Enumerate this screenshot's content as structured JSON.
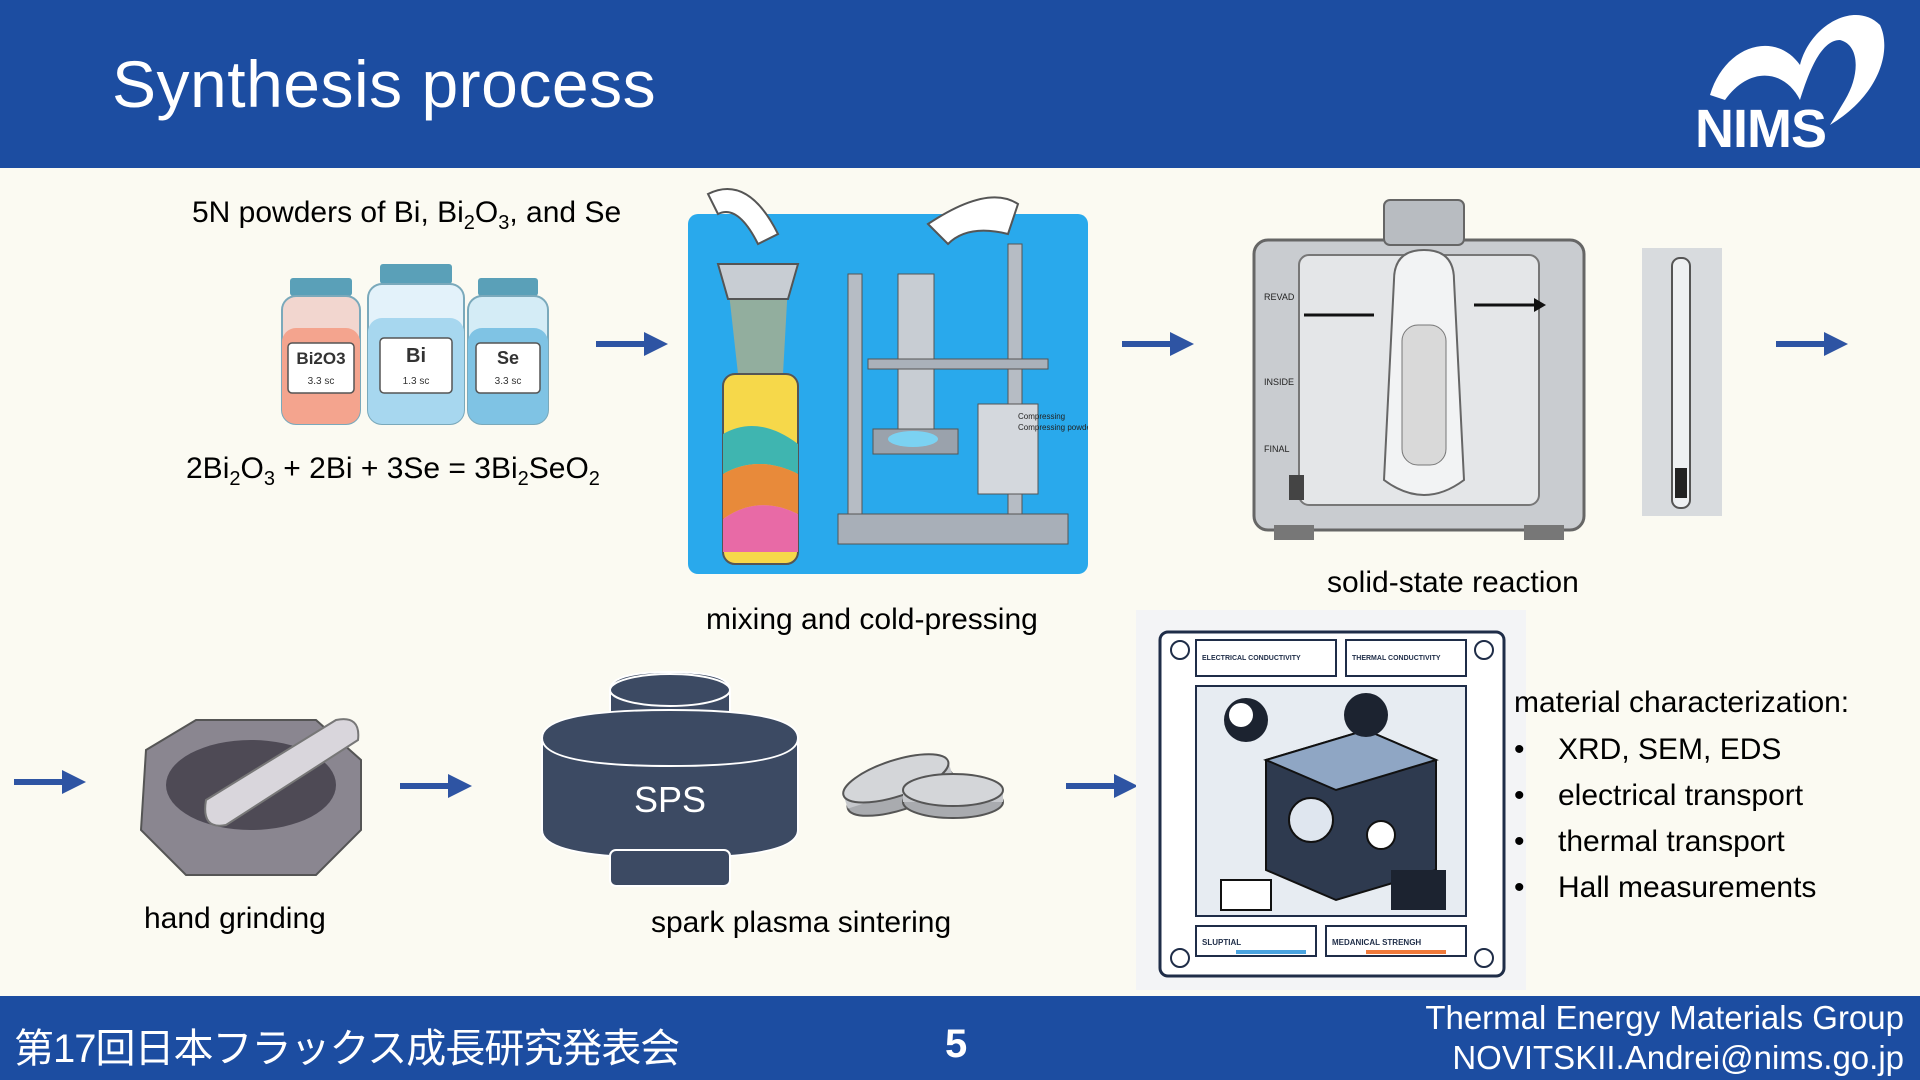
{
  "slide": {
    "title": "Synthesis process",
    "logo_text": "NIMS",
    "page_number": "5"
  },
  "powders": {
    "caption_text": "5N powders of Bi, Bi",
    "caption_sub1": "2",
    "caption_mid": "O",
    "caption_sub2": "3",
    "caption_tail": ", and Se",
    "jar_labels": [
      "Bi2O3",
      "Bi",
      "Se"
    ],
    "jar_sublabels": [
      "3.3 sc",
      "1.3 sc",
      "3.3 sc"
    ],
    "reaction": {
      "p1": "2Bi",
      "s1": "2",
      "p2": "O",
      "s2": "3",
      "p3": " + 2Bi + 3Se = 3Bi",
      "s3": "2",
      "p4": "SeO",
      "s4": "2"
    }
  },
  "steps": {
    "mixing": "mixing and cold-pressing",
    "solid_state": "solid-state reaction",
    "grinding": "hand grinding",
    "sps_label": "SPS",
    "sintering": "spark plasma sintering"
  },
  "press_annotations": [
    "Compressing",
    "Compressing powders"
  ],
  "furnace_annotations": [
    "REVAD",
    "INSIDE",
    "FINAL"
  ],
  "characterization": {
    "heading": "material characterization:",
    "items": [
      "XRD, SEM, EDS",
      "electrical transport",
      "thermal transport",
      "Hall measurements"
    ],
    "poster_titles": [
      "ELECTRICAL CONDUCTIVITY",
      "THERMAL CONDUCTIVITY",
      "SLUPTIAL",
      "MEDANICAL STRENGH"
    ]
  },
  "footer": {
    "left": "第17回日本フラックス成長研究発表会",
    "right_line1": "Thermal Energy Materials Group",
    "right_line2": "NOVITSKII.Andrei@nims.go.jp"
  },
  "colors": {
    "brand_blue": "#1c4da1",
    "arrow_blue": "#2e54a3",
    "background": "#fbfaf2",
    "sps_fill": "#3c4a63"
  }
}
